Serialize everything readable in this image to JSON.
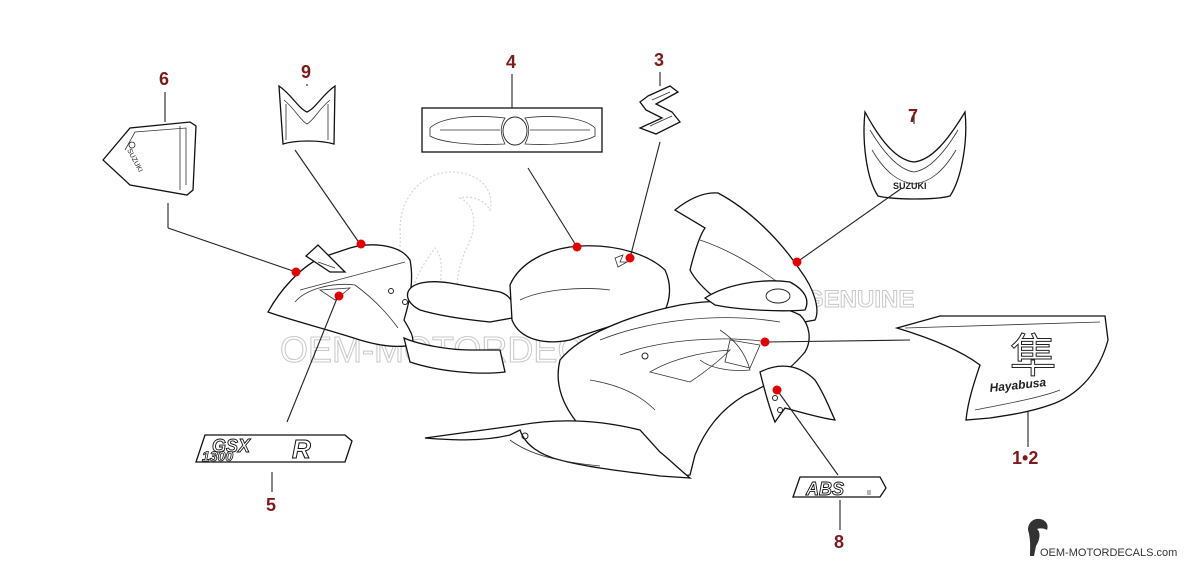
{
  "diagram": {
    "callouts": [
      {
        "id": "c1",
        "label": "1•2"
      },
      {
        "id": "c3",
        "label": "3"
      },
      {
        "id": "c4",
        "label": "4"
      },
      {
        "id": "c5",
        "label": "5"
      },
      {
        "id": "c6",
        "label": "6"
      },
      {
        "id": "c7",
        "label": "7"
      },
      {
        "id": "c8",
        "label": "8"
      },
      {
        "id": "c9",
        "label": "9"
      }
    ],
    "decal_text": {
      "cowl_brand": "SUZUKI",
      "tail_brand": "SUZUKI",
      "gsx_line1": "GSX",
      "gsx_line2": "1300",
      "gsx_r": "R",
      "abs": "ABS",
      "abs_suffix": "II",
      "kanji": "隼",
      "hayabusa_script": "Hayabusa"
    },
    "watermark": {
      "main": "OEM-MOTORDECALS.com",
      "genuine": "GENUINE"
    },
    "footer_logo": "OEM-MOTORDECALS.com",
    "colors": {
      "callout": "#7a1c1c",
      "marker": "#e00000",
      "line": "#222222"
    }
  }
}
